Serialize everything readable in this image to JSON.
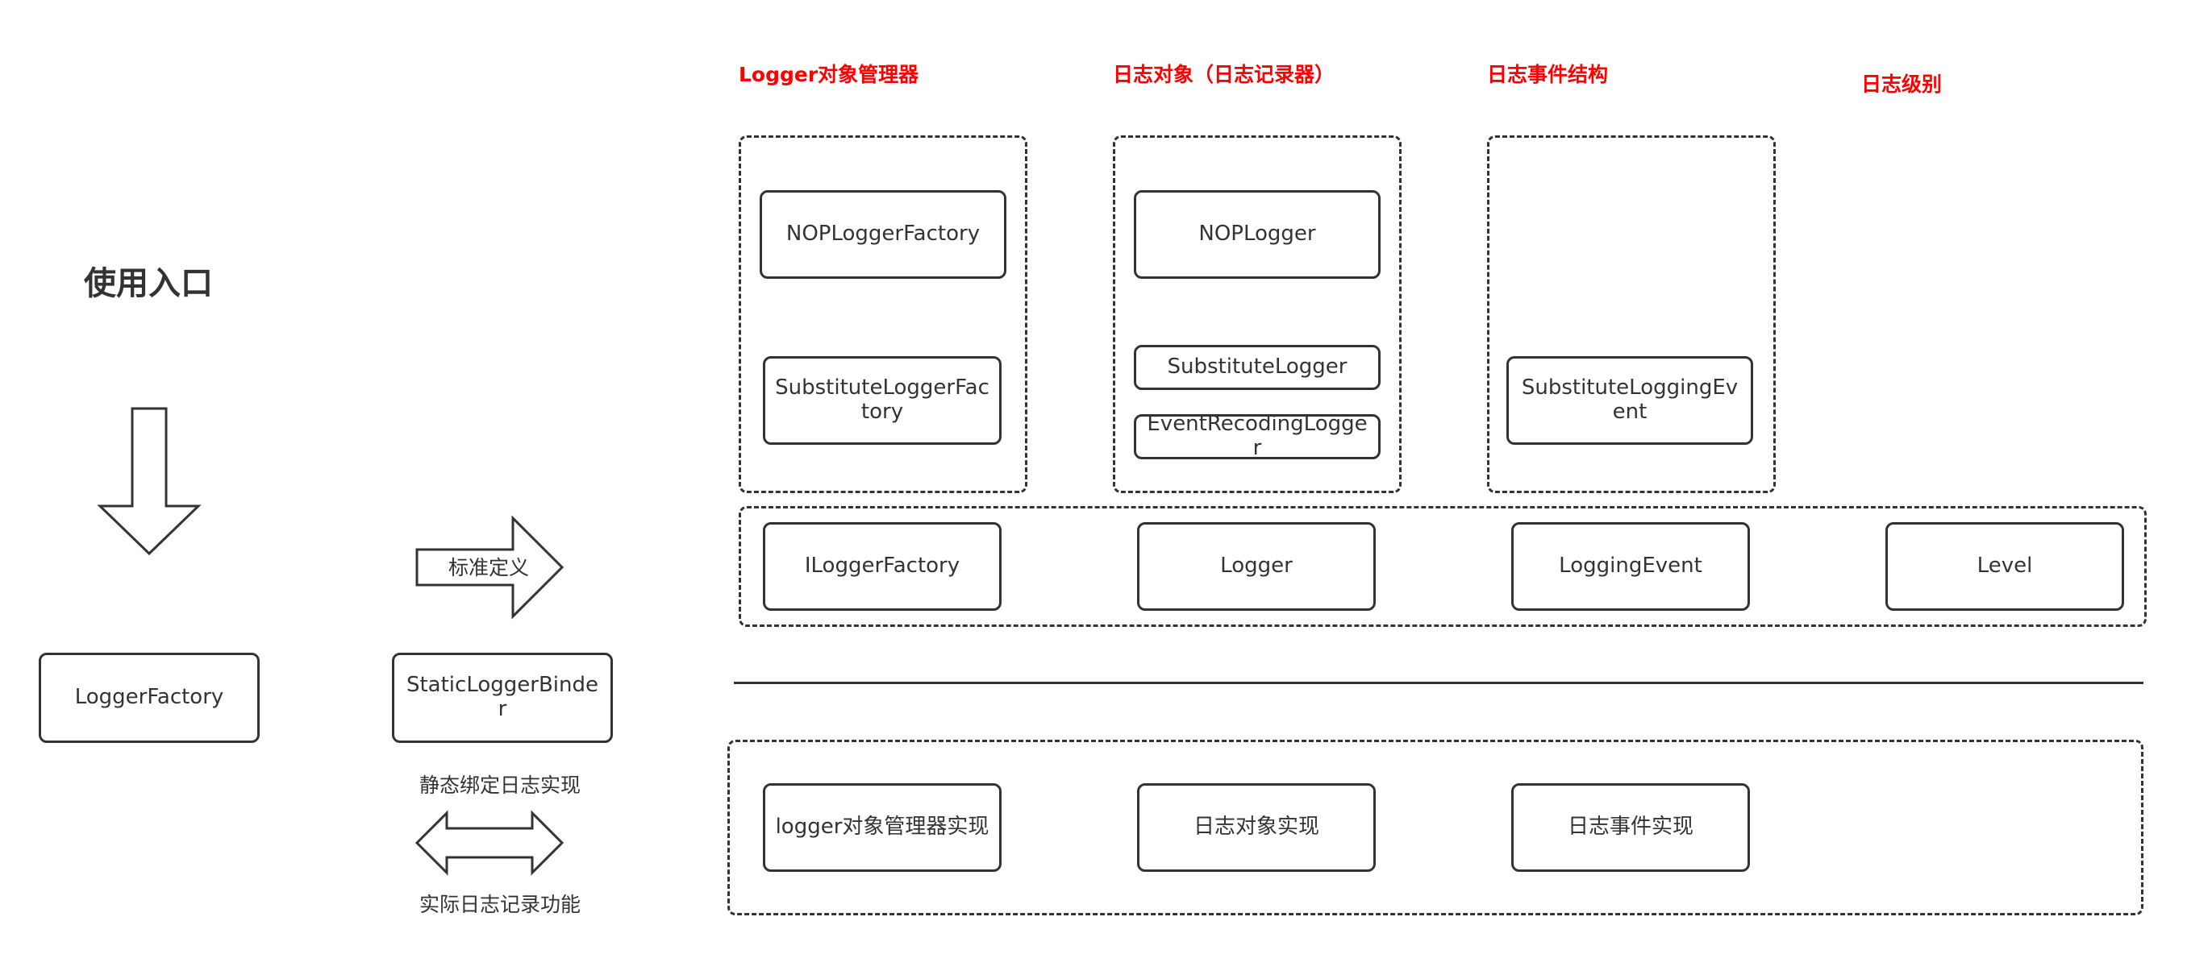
{
  "title": "使用入口",
  "headings": {
    "factory": "Logger对象管理器",
    "logger": "日志对象（日志记录器）",
    "event": "日志事件结构",
    "level": "日志级别"
  },
  "entry": {
    "logger_factory": "LoggerFactory",
    "binder": "StaticLoggerBinder",
    "standard_label": "标准定义",
    "static_bind_label": "静态绑定日志实现",
    "actual_label": "实际日志记录功能"
  },
  "factory_impls": {
    "nop": "NOPLoggerFactory",
    "substitute": "SubstituteLoggerFactory"
  },
  "logger_impls": {
    "nop": "NOPLogger",
    "substitute": "SubstituteLogger",
    "event_recoding": "EventRecodingLogger"
  },
  "event_impls": {
    "substitute": "SubstituteLoggingEvent"
  },
  "interfaces": {
    "ilogger_factory": "ILoggerFactory",
    "logger": "Logger",
    "logging_event": "LoggingEvent",
    "level": "Level"
  },
  "implementations": {
    "factory": "logger对象管理器实现",
    "logger": "日志对象实现",
    "event": "日志事件实现"
  }
}
